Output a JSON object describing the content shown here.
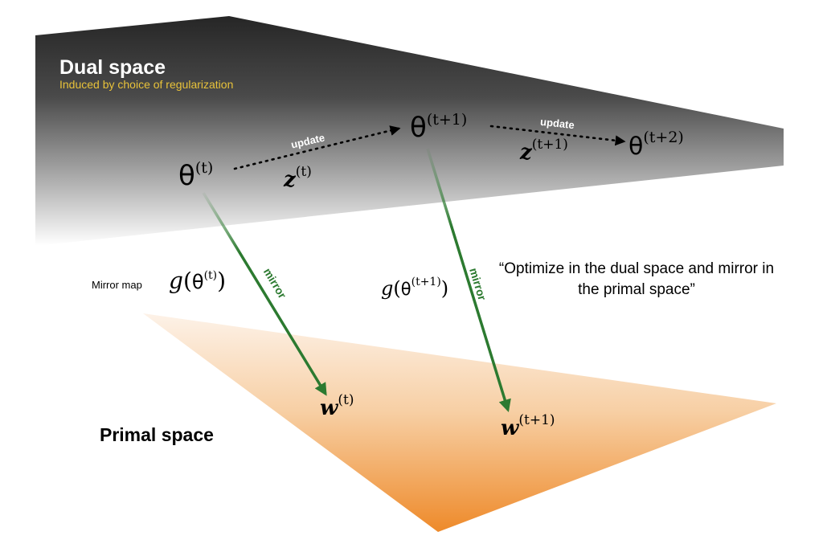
{
  "dual_space": {
    "title": "Dual space",
    "subtitle": "Induced by choice of regularization"
  },
  "primal_space": {
    "title": "Primal space"
  },
  "mirror_map_label": "Mirror map",
  "quote": "“Optimize in the dual space and mirror in the primal space”",
  "update_label": "update",
  "mirror_label": "mirror",
  "symbols": {
    "theta": "θ",
    "g": "g",
    "z": "z",
    "w": "w",
    "open_paren": "(",
    "close_paren": ")",
    "t": "(t)",
    "t1": "(t+1)",
    "t2": "(t+2)"
  },
  "colors": {
    "dual_dark": "#2b2b2b",
    "primal_orange": "#ee8a2a",
    "mirror_arrow": "#2c7a30",
    "subtitle": "#e8c23a"
  }
}
